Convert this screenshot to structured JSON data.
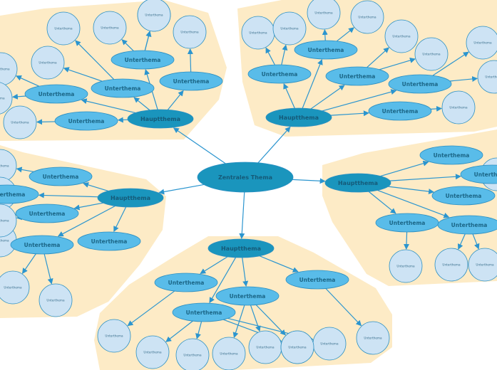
{
  "colors": {
    "background": "#ffffff",
    "cluster_fill": "#fdebc6",
    "line": "#2b95cf",
    "center_fill": "#1a95bd",
    "main_fill": "#1a95bd",
    "sub_fill": "#59bce9",
    "leaf_fill": "#cde3f4",
    "node_stroke": "#2b8fc2"
  },
  "center": {
    "label": "Zentrales Thema"
  },
  "main_label": "Hauptthema",
  "sub_label": "Unterthema",
  "leaf_label": "Unterthema",
  "branches": [
    {
      "id": "top-left",
      "subtopics": 5,
      "leaves": 9
    },
    {
      "id": "top-right",
      "subtopics": 5,
      "leaves": 9
    },
    {
      "id": "left",
      "subtopics": 5,
      "leaves": 6
    },
    {
      "id": "right",
      "subtopics": 5,
      "leaves": 4
    },
    {
      "id": "bottom",
      "subtopics": 4,
      "leaves": 9
    }
  ]
}
